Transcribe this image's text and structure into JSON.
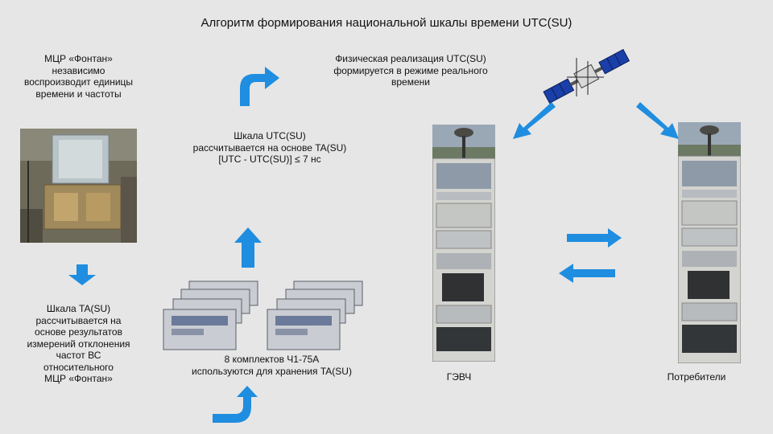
{
  "title": "Алгоритм формирования национальной шкалы времени UTC(SU)",
  "fountain_text": "МЦР «Фонтан»\nнезависимо\nвоспроизводит единицы\nвремени и частоты",
  "physical_text": "Физическая реализация UTC(SU)\nформируется  в режиме реального\nвремени",
  "utc_text": "Шкала UTC(SU)\nрассчитывается на основе TA(SU)\n[UTC  - UTC(SU)] ≤ 7 нс",
  "ta_text": "Шкала TA(SU)\nрассчитывается на\nоснове результатов\nизмерений отклонения\nчастот ВС\nотносительного\nМЦР «Фонтан»",
  "clocks_text": "8 комплектов Ч1-75А\nиспользуются для хранения TA(SU)",
  "gevch_label": "ГЭВЧ",
  "consumers_label": "Потребители",
  "colors": {
    "arrow": "#1f8de0",
    "background": "#e6e6e6"
  }
}
